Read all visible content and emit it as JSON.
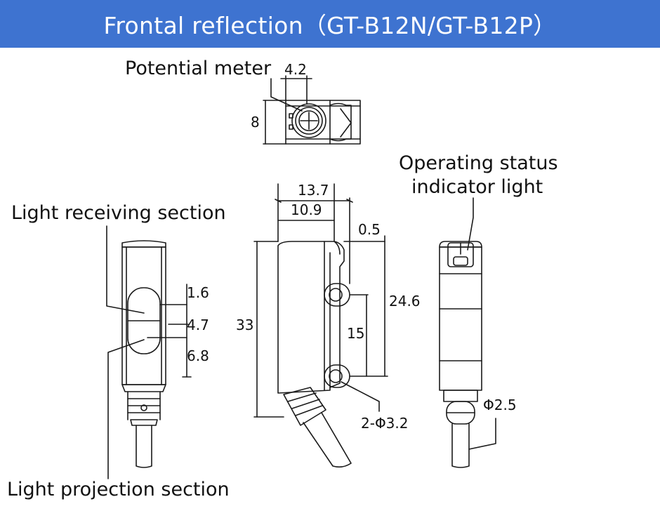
{
  "header": {
    "title": "Frontal reflection（GT-B12N/GT-B12P）",
    "background_color": "#3e73d0"
  },
  "callouts": {
    "potential_meter": "Potential meter",
    "operating_status_line1": "Operating status",
    "operating_status_line2": "indicator light",
    "light_receiving": "Light receiving section",
    "light_projection": "Light projection section"
  },
  "dimensions": {
    "top_width": "4.2",
    "top_height": "8",
    "side_total_width": "13.7",
    "side_body_width": "10.9",
    "side_offset": "0.5",
    "side_total_height": "33",
    "side_upper_height": "24.6",
    "hole_spacing": "15",
    "holes": "2-Φ3.2",
    "lens_top": "1.6",
    "lens_mid": "4.7",
    "lens_bottom": "6.8",
    "cable_diameter": "Φ2.5"
  }
}
